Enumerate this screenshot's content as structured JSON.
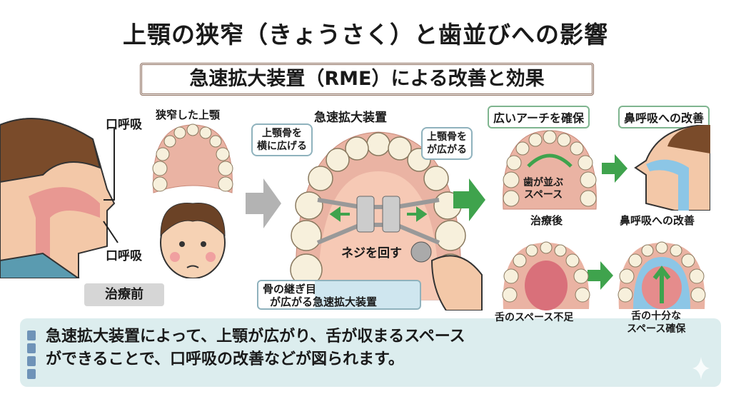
{
  "title": "上顎の狭窄（きょうさく）と歯並びへの影響",
  "subtitle": "急速拡大装置（RME）による改善と効果",
  "before": {
    "mouth_breathing_top": "口呼吸",
    "mouth_breathing_bottom": "口呼吸",
    "narrow_jaw": "狭窄した上顎",
    "tag": "治療前"
  },
  "device": {
    "heading": "急速拡大装置",
    "bubble_left": [
      "上顎骨を",
      "横に広げる"
    ],
    "bubble_right": [
      "上顎骨を",
      "が広がる"
    ],
    "screw": "ネジを回す",
    "bottom_tag": [
      "骨の継ぎ目",
      "が広がる急速拡大装置"
    ]
  },
  "after": {
    "wide_arch": "広いアーチを確保",
    "arch_inner": [
      "歯が並ぶ",
      "スペース"
    ],
    "after_label": "治療後",
    "nasal_box": "鼻呼吸への改善",
    "nasal_label": "鼻呼吸への改善",
    "tongue_lack": "舌のスペース不足",
    "tongue_enough": [
      "舌の十分な",
      "スペース確保"
    ]
  },
  "summary": [
    "急速拡大装置によって、上顎が広がり、舌が収まるスペース",
    "ができることで、口呼吸の改善などが図られます。"
  ],
  "colors": {
    "arrow_green": "#3fa34d",
    "arrow_gray": "#b3b3b3",
    "panel": "#dcedee",
    "gum": "#eab3a3",
    "tooth": "#f7f0dc"
  }
}
